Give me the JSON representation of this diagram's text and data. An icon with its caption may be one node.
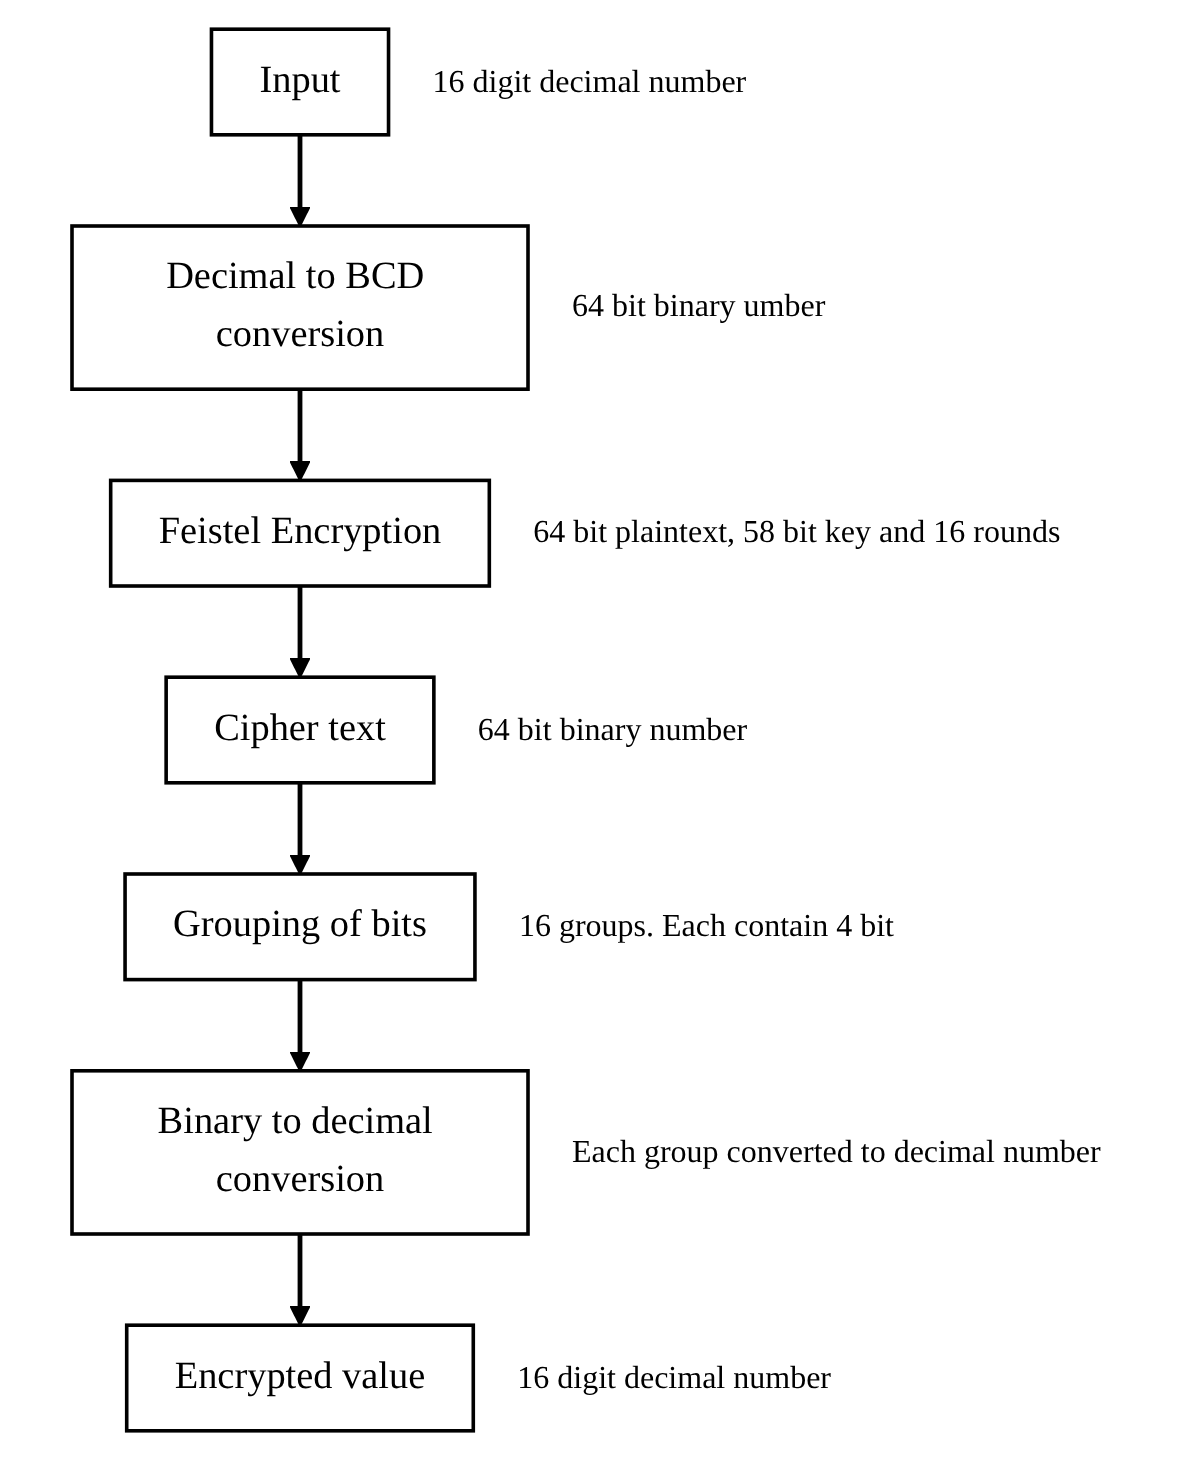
{
  "diagram": {
    "nodes": [
      {
        "text": [
          "Input"
        ],
        "beside": [
          "16 digit decimal number"
        ]
      },
      {
        "text": [
          "Decimal to BCD conversion"
        ],
        "beside": [
          "64 bit binary umber"
        ]
      },
      {
        "text": [
          "Feistel Encryption"
        ],
        "beside": [
          "64 bit plaintext, 58 bit key and 16 rounds"
        ]
      },
      {
        "text": [
          "Cipher text"
        ],
        "beside": [
          "64 bit binary number"
        ]
      },
      {
        "text": [
          "Grouping of bits"
        ],
        "beside": [
          "16 groups. Each contain 4 bit"
        ]
      },
      {
        "text": [
          "Binary to decimal conversion"
        ],
        "beside": [
          "Each group converted to decimal number"
        ]
      },
      {
        "text": [
          "Encrypted value"
        ],
        "beside": [
          "16 digit decimal number"
        ]
      }
    ],
    "edges": [
      {
        "from": 0,
        "to": 1,
        "arrow": "to"
      },
      {
        "from": 1,
        "to": 2,
        "arrow": "to"
      },
      {
        "from": 2,
        "to": 3,
        "arrow": "to"
      },
      {
        "from": 3,
        "to": 4,
        "arrow": "to"
      },
      {
        "from": 4,
        "to": 5,
        "arrow": "to"
      },
      {
        "from": 5,
        "to": 6,
        "arrow": "to"
      }
    ]
  }
}
